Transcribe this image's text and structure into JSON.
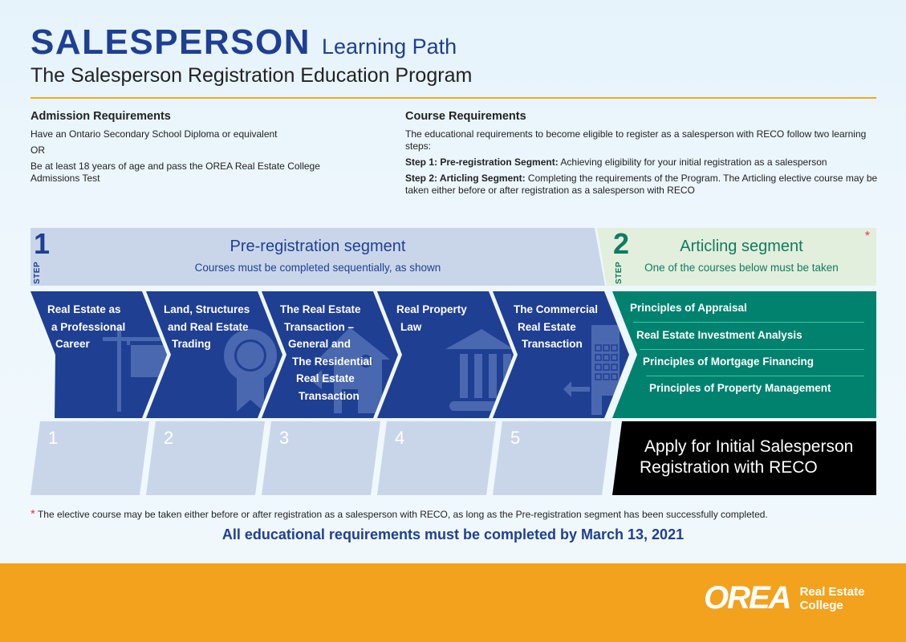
{
  "header": {
    "title_main": "SALESPERSON",
    "title_sub": "Learning Path",
    "subtitle": "The Salesperson Registration Education Program"
  },
  "admission": {
    "heading": "Admission Requirements",
    "line1": "Have an Ontario Secondary School Diploma or equivalent",
    "or": "OR",
    "line2": "Be at least 18 years of age and pass the OREA Real Estate College Admissions Test"
  },
  "course_requirements": {
    "heading": "Course Requirements",
    "intro": "The educational requirements to become eligible to register as a salesperson with RECO follow two learning steps:",
    "step1_label": "Step 1: Pre-registration Segment:",
    "step1_text": " Achieving eligibility for your initial registration as a salesperson",
    "step2_label": "Step 2: Articling Segment:",
    "step2_text": " Completing the requirements of the Program. The Articling elective course may be taken either before or after registration as a salesperson with RECO"
  },
  "step1": {
    "number": "1",
    "step_word": "STEP",
    "title": "Pre-registration segment",
    "subtitle": "Courses must be completed sequentially, as shown",
    "color": "#1f3f93"
  },
  "step2": {
    "number": "2",
    "step_word": "STEP",
    "title": "Articling segment",
    "subtitle": "One of the courses below must be taken",
    "asterisk": "*",
    "color": "#127a5f"
  },
  "pre_registration_courses": [
    {
      "number": "1",
      "lines": [
        "Real Estate as",
        "a Professional",
        "Career"
      ],
      "icon": "sign-post-icon"
    },
    {
      "number": "2",
      "lines": [
        "Land, Structures",
        "and Real Estate",
        "Trading"
      ],
      "icon": "award-ribbon-icon"
    },
    {
      "number": "3",
      "lines": [
        "The Real Estate",
        "Transaction –",
        "General and",
        "The Residential",
        "Real Estate",
        "Transaction"
      ],
      "icon": "house-icon"
    },
    {
      "number": "4",
      "lines": [
        "Real Property",
        "Law"
      ],
      "icon": "courthouse-icon"
    },
    {
      "number": "5",
      "lines": [
        "The Commercial",
        "Real Estate",
        "Transaction"
      ],
      "icon": "office-building-icon"
    }
  ],
  "articling_courses": [
    "Principles of Appraisal",
    "Real Estate Investment Analysis",
    "Principles of Mortgage Financing",
    "Principles of Property Management"
  ],
  "apply": {
    "line1": "Apply for Initial Salesperson",
    "line2": "Registration with RECO"
  },
  "footnote": {
    "star": "*",
    "text": "The elective course may be taken either before or after registration as a salesperson with RECO, as long as the Pre-registration segment has been successfully completed."
  },
  "deadline": "All educational requirements must be completed by March 13, 2021",
  "footer": {
    "logo_mark": "OREA",
    "logo_line1": "Real Estate",
    "logo_line2": "College",
    "color": "#f3a21e"
  }
}
